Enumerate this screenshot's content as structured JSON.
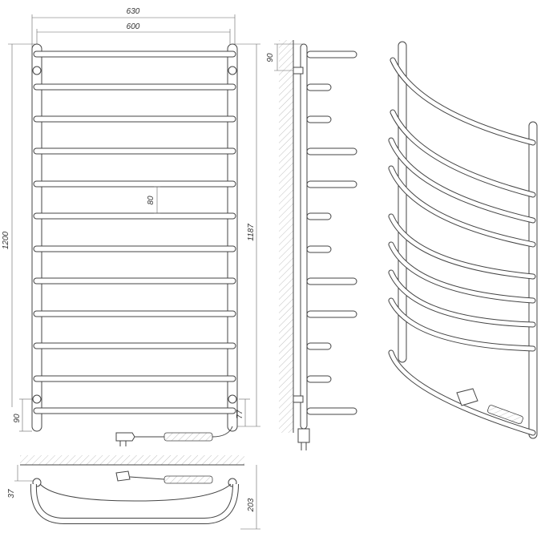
{
  "dimensions": {
    "overall_width": "630",
    "rail_width": "600",
    "overall_height": "1200",
    "rail_height": "1187",
    "bar_spacing": "80",
    "top_offset": "90",
    "bottom_offset": "90",
    "bottom_bracket": "77",
    "wall_offset": "37",
    "depth": "203"
  },
  "views": [
    "front-view",
    "side-view",
    "perspective-view",
    "top-view"
  ],
  "colors": {
    "line": "#444444",
    "hatch": "#999999"
  }
}
